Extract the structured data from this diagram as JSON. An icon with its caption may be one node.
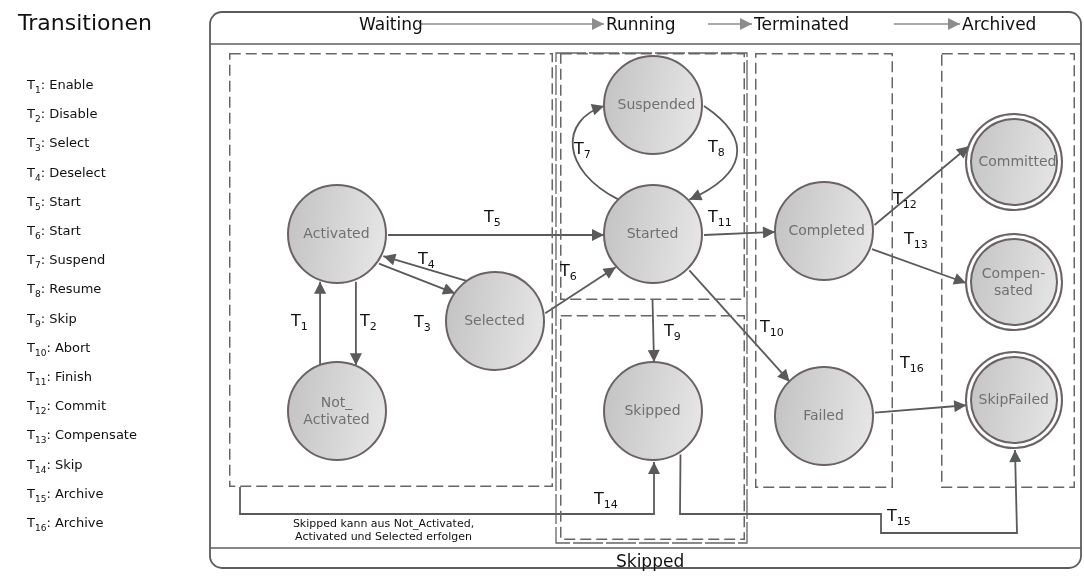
{
  "diagram": {
    "title": "Transitionen",
    "nodes": [
      {
        "text": [
          "Waiting"
        ]
      },
      {
        "text": [
          "Running"
        ]
      },
      {
        "text": [
          "Terminated"
        ]
      },
      {
        "text": [
          "Archived"
        ]
      },
      {
        "text": [],
        "shape": "box"
      },
      {
        "text": [
          "Activated"
        ],
        "in": 4
      },
      {
        "text": [
          "Selected"
        ],
        "in": 4
      },
      {
        "text": [
          "Not_ Activated"
        ],
        "in": 4
      },
      {
        "text": [],
        "shape": "box"
      },
      {
        "text": [
          "Suspended"
        ],
        "in": 8
      },
      {
        "text": [
          "Started"
        ],
        "in": 8
      },
      {
        "text": [],
        "shape": "box"
      },
      {
        "text": [
          "Skipped"
        ],
        "in": 11
      },
      {
        "text": [],
        "shape": "box"
      },
      {
        "text": [
          "Completed"
        ],
        "in": 13
      },
      {
        "text": [
          "Failed"
        ],
        "in": 13
      },
      {
        "text": [],
        "shape": "box"
      },
      {
        "text": [
          "Committed"
        ],
        "in": 16
      },
      {
        "text": [
          "Compen- sated"
        ],
        "in": 16
      },
      {
        "text": [
          "SkipFailed"
        ],
        "in": 16
      }
    ],
    "edges": [
      {
        "from": 0,
        "to": 1,
        "arrow": "to",
        "color": "#8c8c8c"
      },
      {
        "from": 1,
        "to": 2,
        "arrow": "to",
        "color": "#8c8c8c"
      },
      {
        "from": 2,
        "to": 3,
        "arrow": "to",
        "color": "#8c8c8c"
      },
      {
        "from": 7,
        "to": 5,
        "arrow": "to",
        "label": "T$_{1}$"
      },
      {
        "from": 5,
        "to": 7,
        "arrow": "to",
        "label": "T$_{2}$"
      },
      {
        "from": 5,
        "to": 6,
        "arrow": "to",
        "label": "T$_{3}$"
      },
      {
        "from": 6,
        "to": 5,
        "arrow": "to",
        "label": "T$_{4}$"
      },
      {
        "from": 5,
        "to": 10,
        "arrow": "to",
        "label": "T$_{5}$"
      },
      {
        "from": 6,
        "to": 10,
        "arrow": "to",
        "label": "T$_{6}$"
      },
      {
        "from": 10,
        "to": 9,
        "arrow": "to",
        "label": "T$_{7}$"
      },
      {
        "from": 9,
        "to": 10,
        "arrow": "to",
        "label": "T$_{8}$"
      },
      {
        "from": 8,
        "to": 12,
        "arrow": "to",
        "label": "T$_{9}$"
      },
      {
        "from": 10,
        "to": 15,
        "arrow": "to",
        "label": "T$_{10}$"
      },
      {
        "from": 10,
        "to": 14,
        "arrow": "to",
        "label": "T$_{11}$"
      },
      {
        "from": 14,
        "to": 17,
        "arrow": "to",
        "label": "T$_{12}$"
      },
      {
        "from": 14,
        "to": 18,
        "arrow": "to",
        "label": "T$_{13}$"
      },
      {
        "from": 4,
        "to": 12,
        "arrow": "to",
        "label": "T$_{14}$"
      },
      {
        "from": 12,
        "to": 19,
        "arrow": "to",
        "label": "T$_{15}$"
      },
      {
        "from": 15,
        "to": 19,
        "arrow": "to",
        "label": "T$_{16}$"
      }
    ],
    "labels": [
      "T$_{1}$: Enable",
      "T$_{2}$: Disable",
      "T$_{3}$: Select",
      "T$_{4}$: Deselect",
      "T$_{5}$: Start",
      "T$_{6}$: Start",
      "T$_{7}$: Suspend",
      "T$_{8}$: Resume",
      "T$_{9}$: Skip",
      "T$_{10}$: Abort",
      "T$_{11}$: Finish",
      "T$_{12}$: Commit",
      "T$_{13}$: Compensate",
      "T$_{14}$: Skip",
      "T$_{15}$: Archive",
      "T$_{16}$: Archive",
      "Skipped kann aus Not_Activated, Activated und Selected erfolgen",
      "Skipped"
    ]
  }
}
